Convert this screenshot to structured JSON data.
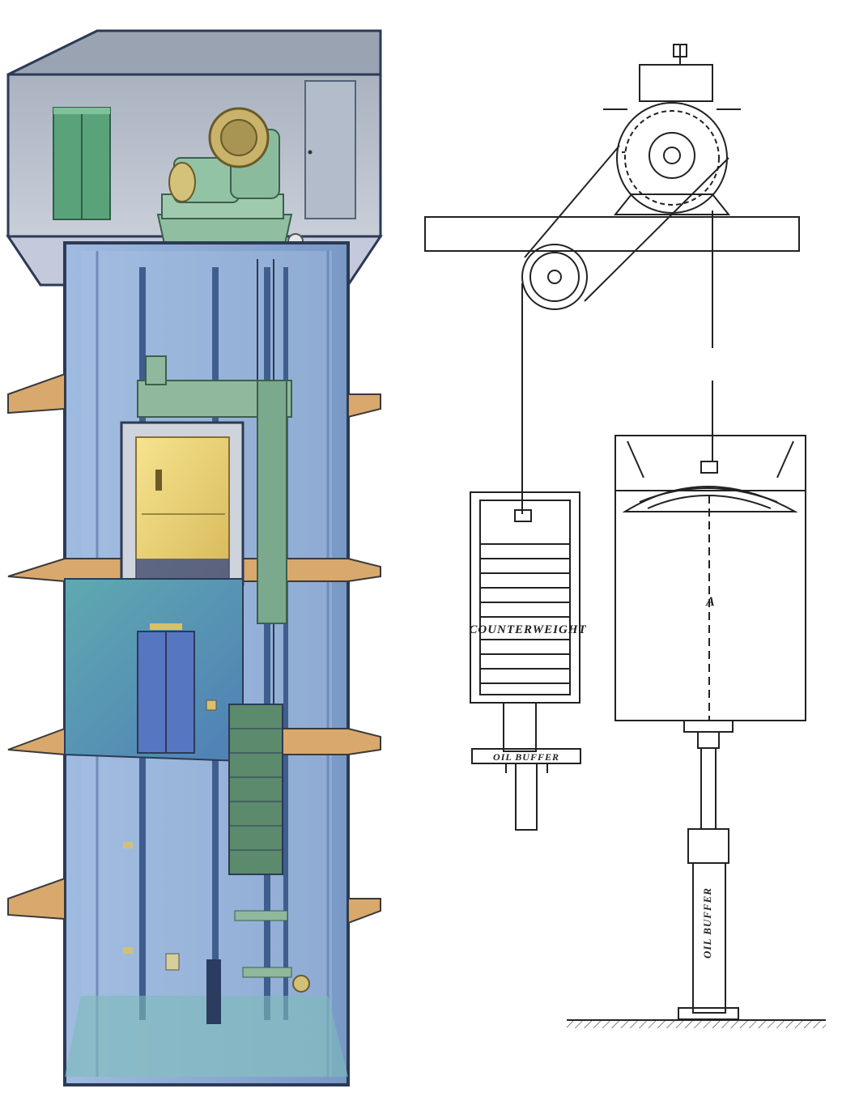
{
  "left_illustration": {
    "subject": "elevator-shaft-cutaway",
    "colors": {
      "shaft": "#8eaed6",
      "shaft_dark": "#4f6f9e",
      "machine_room": "#b8bfcc",
      "equipment": "#7fb79a",
      "floor_slab": "#d9a86c",
      "cab_interior": "#e8d27a",
      "landing_door": "#6f8fc9"
    }
  },
  "right_drawing": {
    "subject": "traction-elevator-line-drawing",
    "counterweight_label": "COUNTERWEIGHT",
    "counterweight_buffer_label": "OIL BUFFER",
    "car_label": "A",
    "car_buffer_label": "OIL BUFFER"
  }
}
